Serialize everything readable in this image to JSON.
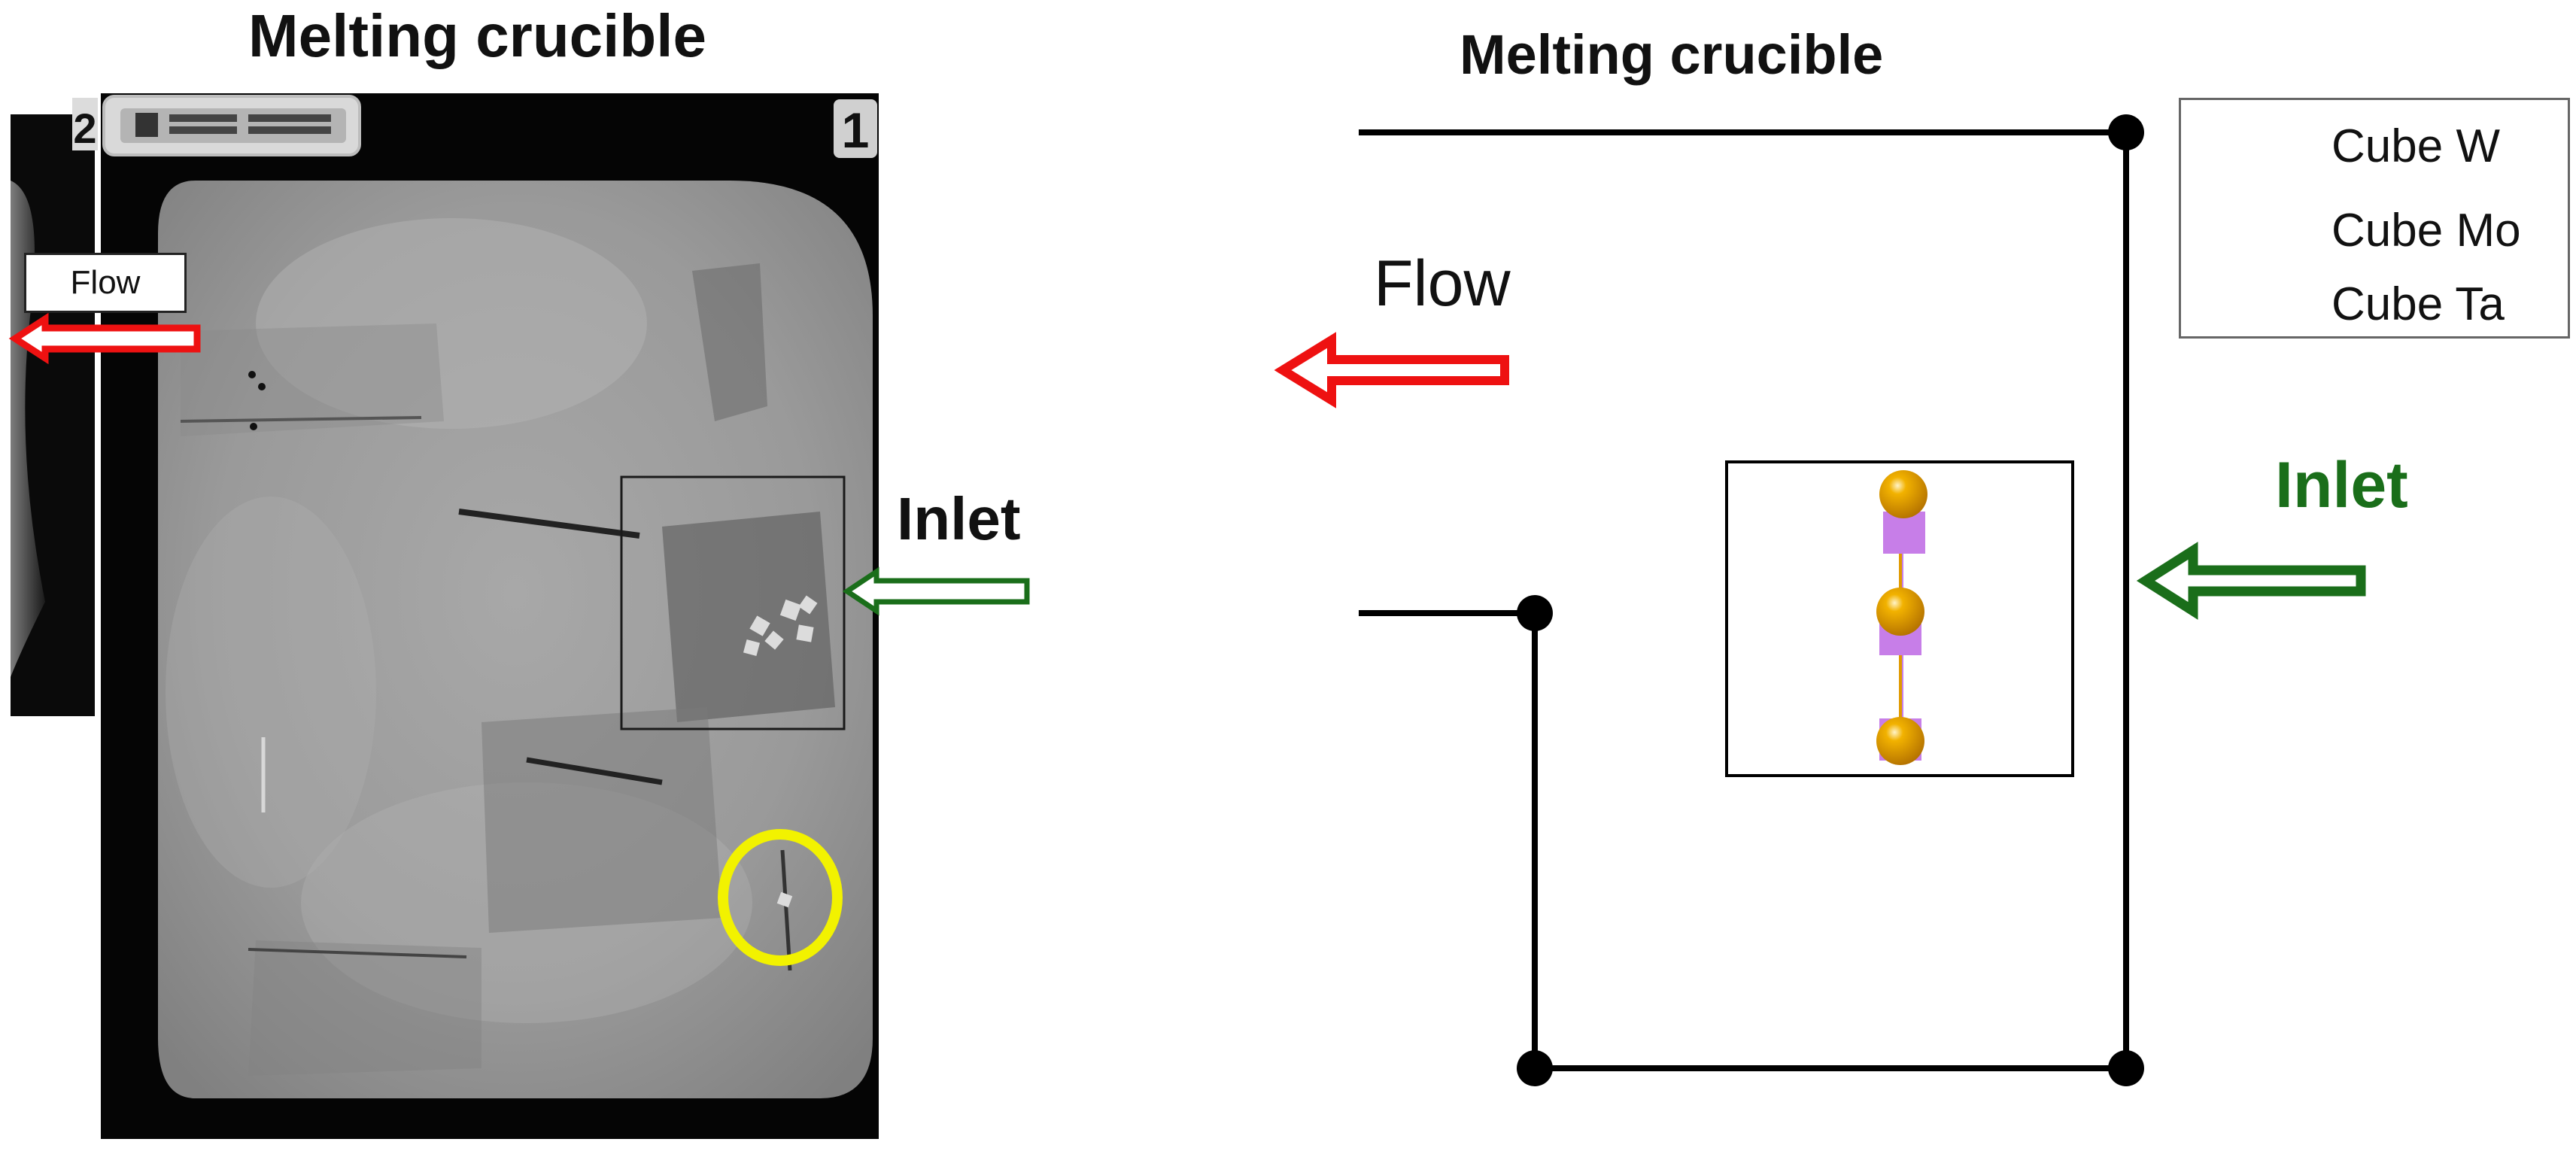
{
  "left_panel": {
    "title": "Melting crucible",
    "inlet_label": "Inlet",
    "flow_label": "Flow",
    "image_number": "1",
    "side_image_number": "2"
  },
  "right_panel": {
    "title": "Melting crucible",
    "inlet_label": "Inlet",
    "flow_label": "Flow"
  },
  "legend": {
    "items": [
      {
        "label": "Cube W",
        "marker": "square",
        "color": "#555555"
      },
      {
        "label": "Cube Mo",
        "marker": "square",
        "color": "#c77ee8"
      },
      {
        "label": "Cube Ta",
        "marker": "sphere",
        "color": "#e09a00"
      }
    ]
  },
  "colors": {
    "inlet_green": "#1a6e1a",
    "flow_red": "#ee1111",
    "highlight_yellow": "#f2f200",
    "mo_purple": "#c77ee8",
    "ta_gold": "#e09a00"
  }
}
